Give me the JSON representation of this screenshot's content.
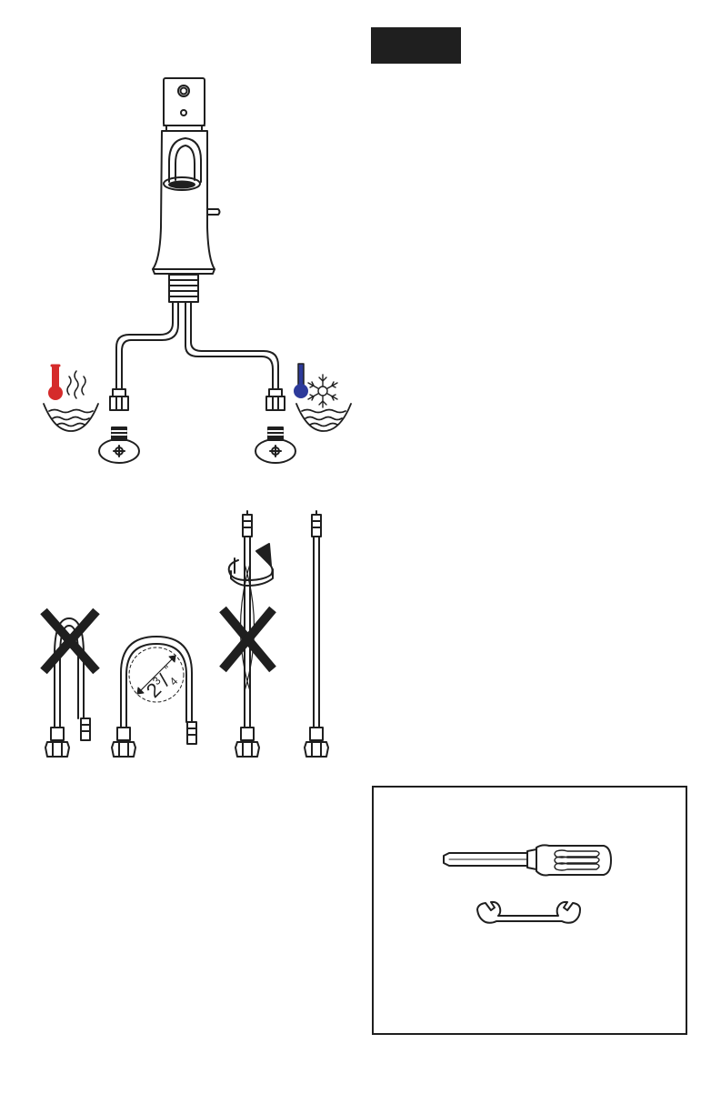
{
  "step_badge": {
    "color": "#1f1f1f"
  },
  "hot_side": {
    "icons": [
      "hot-thermometer-icon",
      "steam-icon",
      "water-basin-icon"
    ],
    "color": "#d52b2b"
  },
  "cold_side": {
    "icons": [
      "cold-thermometer-icon",
      "snowflake-icon",
      "water-basin-icon"
    ],
    "color": "#2d3a9a"
  },
  "hose_examples": {
    "bend_radius": {
      "whole": "2",
      "numerator": "3",
      "denominator": "4",
      "unit": "\""
    },
    "icons": [
      "cross-mark-icon",
      "twist-arrow-icon"
    ]
  },
  "tools": {
    "icons": [
      "screwdriver-icon",
      "wrench-icon"
    ]
  }
}
